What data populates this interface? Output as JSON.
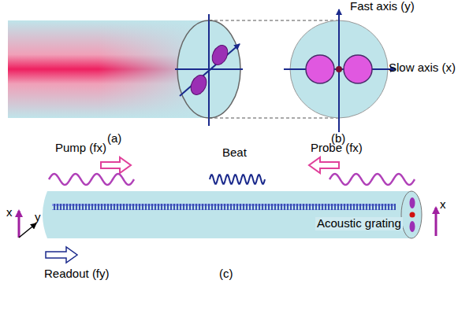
{
  "diagram": {
    "labels": [
      "Fast axis (y)",
      "Slow axis (x)",
      "(a)",
      "(b)",
      "Pump (fx)",
      "Beat",
      "Probe (fx)",
      "x",
      "y",
      "Acoustic grating",
      "x",
      "Readout (fy)",
      "(c)"
    ]
  }
}
